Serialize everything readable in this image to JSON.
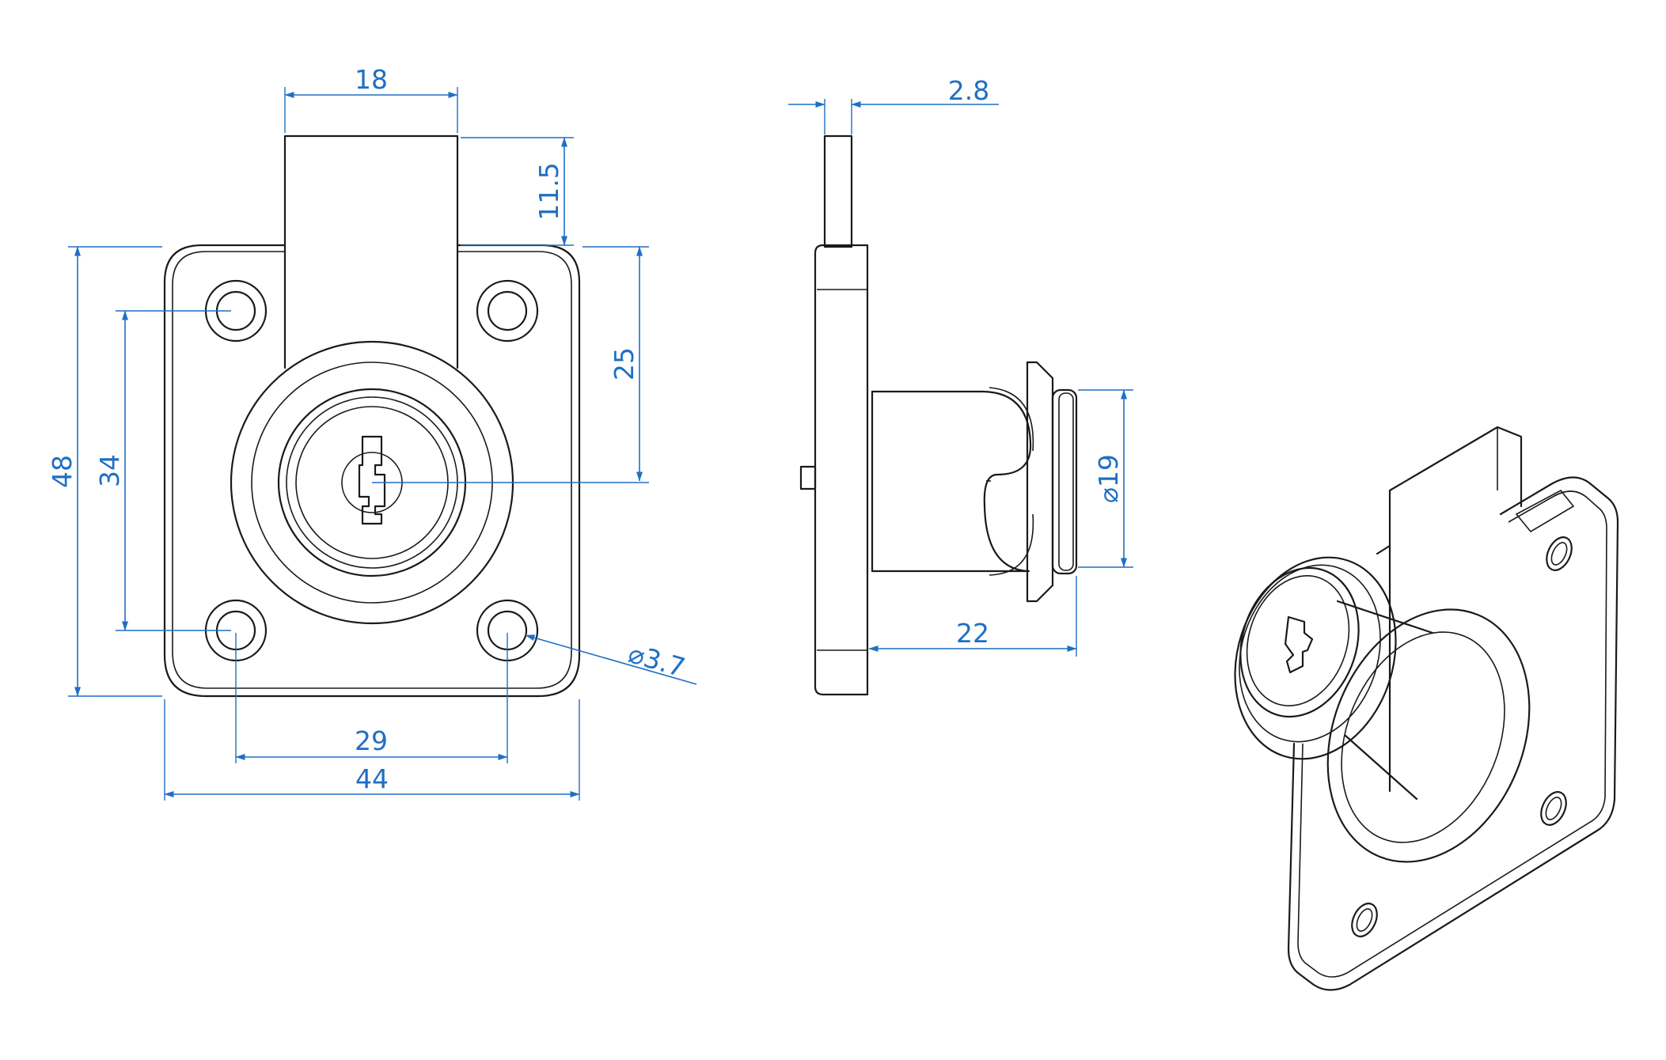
{
  "colors": {
    "part_lines": "#1a1a1a",
    "dimension_lines": "#1f6fc4",
    "background": "#ffffff"
  },
  "dimensions": {
    "front": {
      "tab_width": "18",
      "tab_height": "11.5",
      "mount_to_key_center": "25",
      "overall_height": "48",
      "hole_spacing_vertical": "34",
      "hole_diameter": "3.7",
      "hole_spacing_horizontal": "29",
      "overall_width": "44"
    },
    "side": {
      "bolt_thickness": "2.8",
      "cylinder_diameter": "19",
      "cylinder_length": "22"
    }
  }
}
